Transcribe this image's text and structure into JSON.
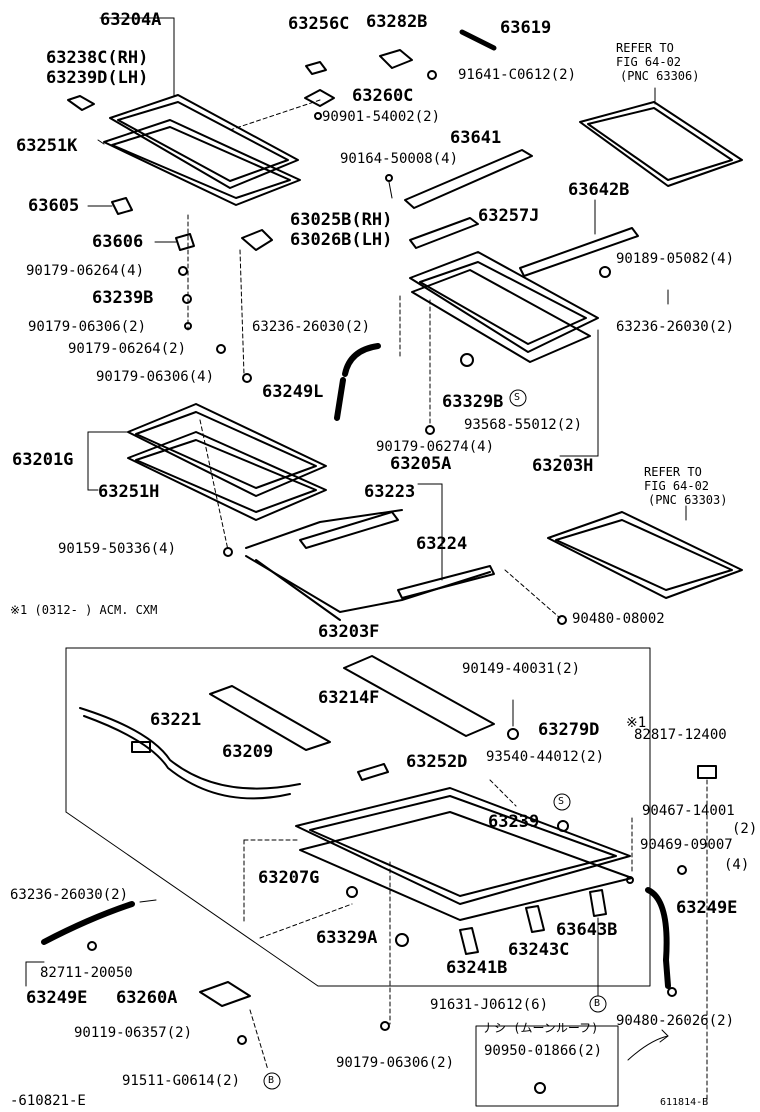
{
  "labels": {
    "l63204A": "63204A",
    "l63256C": "63256C",
    "l63282B": "63282B",
    "l63619": "63619",
    "l63238C": "63238C(RH)",
    "l63239D": "63239D(LH)",
    "l91641": "91641-C0612(2)",
    "l63260C": "63260C",
    "l90901": "90901-54002(2)",
    "l63251K": "63251K",
    "l63641": "63641",
    "l90164": "90164-50008(4)",
    "l63605": "63605",
    "l63642B": "63642B",
    "l63025B": "63025B(RH)",
    "l63026B": "63026B(LH)",
    "l63257J": "63257J",
    "l63606": "63606",
    "l90179a": "90179-06264(4)",
    "l90189": "90189-05082(4)",
    "l63239B": "63239B",
    "l90179b": "90179-06306(2)",
    "l63236a": "63236-26030(2)",
    "l63236b": "63236-26030(2)",
    "l90179c": "90179-06264(2)",
    "l90179d": "90179-06306(4)",
    "l63249L": "63249L",
    "l63329B": "63329B",
    "l93568": "93568-55012(2)",
    "l90179e": "90179-06274(4)",
    "l63203H": "63203H",
    "l63201G": "63201G",
    "l63205A": "63205A",
    "l63251H": "63251H",
    "l63223": "63223",
    "l63224": "63224",
    "l90159": "90159-50336(4)",
    "l90480a": "90480-08002",
    "l63203F": "63203F",
    "l90149": "90149-40031(2)",
    "l63214F": "63214F",
    "l63221": "63221",
    "l63279D": "63279D",
    "l82817": "82817-12400",
    "l63209": "63209",
    "l93540": "93540-44012(2)",
    "l63252D": "63252D",
    "l90467": "90467-14001",
    "l90467q": "(2)",
    "l90469": "90469-09007",
    "l90469q": "(4)",
    "l63239": "63239",
    "l63207G": "63207G",
    "l63236c": "63236-26030(2)",
    "l63249E": "63249E",
    "l63643B": "63643B",
    "l63329A": "63329A",
    "l63243C": "63243C",
    "l82711": "82711-20050",
    "l63241B": "63241B",
    "l63249E2": "63249E",
    "l63260A": "63260A",
    "l91631": "91631-J0612(6)",
    "l90480b": "90480-26026(2)",
    "l90119": "90119-06357(2)",
    "l90179f": "90179-06306(2)",
    "l90950": "90950-01866(2)",
    "l91511": "91511-G0614(2)",
    "refer1a": "REFER TO",
    "refer1b": "FIG 64-02",
    "refer1c": "(PNC 63306)",
    "refer2a": "REFER TO",
    "refer2b": "FIG 64-02",
    "refer2c": "(PNC 63303)",
    "note1": "※1 (0312- ) ACM. CXM",
    "note_mark": "※1",
    "nashi": "ナシ (ムーンルーフ)",
    "foot_left": "-610821-E",
    "foot_right": "611814-B",
    "circle_s": "S",
    "circle_b": "B"
  }
}
